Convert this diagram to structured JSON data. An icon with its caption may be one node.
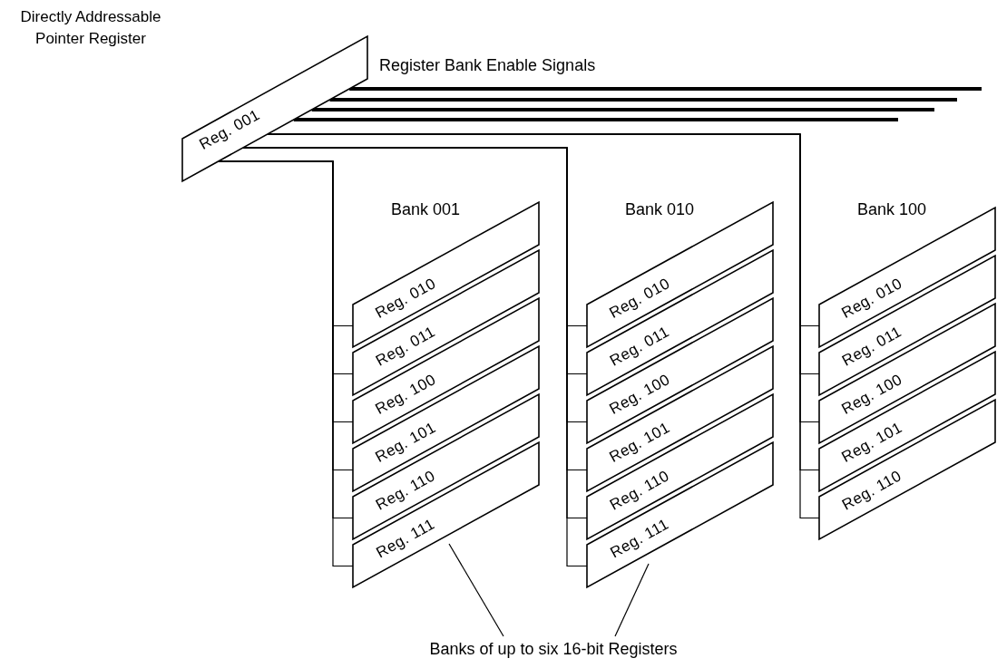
{
  "diagram": {
    "nodes": [
      {
        "text": [
          "Directly Addressable Pointer Register",
          "Reg. 001"
        ]
      },
      {
        "text": [
          "Bank 001"
        ]
      },
      {
        "text": [
          "Reg. 010"
        ],
        "in": 1
      },
      {
        "text": [
          "Reg. 011"
        ],
        "in": 1
      },
      {
        "text": [
          "Reg. 100"
        ],
        "in": 1
      },
      {
        "text": [
          "Reg. 101"
        ],
        "in": 1
      },
      {
        "text": [
          "Reg. 110"
        ],
        "in": 1
      },
      {
        "text": [
          "Reg. 111"
        ],
        "in": 1
      },
      {
        "text": [
          "Bank 010"
        ]
      },
      {
        "text": [
          "Reg. 010"
        ],
        "in": 8
      },
      {
        "text": [
          "Reg. 011"
        ],
        "in": 8
      },
      {
        "text": [
          "Reg. 100"
        ],
        "in": 8
      },
      {
        "text": [
          "Reg. 101"
        ],
        "in": 8
      },
      {
        "text": [
          "Reg. 110"
        ],
        "in": 8
      },
      {
        "text": [
          "Reg. 111"
        ],
        "in": 8
      },
      {
        "text": [
          "Bank 100"
        ]
      },
      {
        "text": [
          "Reg. 010"
        ],
        "in": 15
      },
      {
        "text": [
          "Reg. 011"
        ],
        "in": 15
      },
      {
        "text": [
          "Reg. 100"
        ],
        "in": 15
      },
      {
        "text": [
          "Reg. 101"
        ],
        "in": 15
      },
      {
        "text": [
          "Reg. 110"
        ],
        "in": 15
      },
      {
        "text": [
          "Banks of up to six 16-bit Registers"
        ]
      }
    ],
    "edges": [
      {
        "from": 0,
        "to": null,
        "arrow": "none",
        "style": "thick"
      },
      {
        "from": 0,
        "to": null,
        "arrow": "none",
        "style": "thick"
      },
      {
        "from": 0,
        "to": null,
        "arrow": "none",
        "style": "thick"
      },
      {
        "from": 0,
        "to": null,
        "arrow": "none",
        "style": "thick"
      },
      {
        "from": 0,
        "to": 2,
        "arrow": "none"
      },
      {
        "from": 0,
        "to": 3,
        "arrow": "none"
      },
      {
        "from": 0,
        "to": 4,
        "arrow": "none"
      },
      {
        "from": 0,
        "to": 5,
        "arrow": "none"
      },
      {
        "from": 0,
        "to": 6,
        "arrow": "none"
      },
      {
        "from": 0,
        "to": 7,
        "arrow": "none"
      },
      {
        "from": 0,
        "to": 9,
        "arrow": "none"
      },
      {
        "from": 0,
        "to": 10,
        "arrow": "none"
      },
      {
        "from": 0,
        "to": 11,
        "arrow": "none"
      },
      {
        "from": 0,
        "to": 12,
        "arrow": "none"
      },
      {
        "from": 0,
        "to": 13,
        "arrow": "none"
      },
      {
        "from": 0,
        "to": 14,
        "arrow": "none"
      },
      {
        "from": 0,
        "to": 16,
        "arrow": "none"
      },
      {
        "from": 0,
        "to": 17,
        "arrow": "none"
      },
      {
        "from": 0,
        "to": 18,
        "arrow": "none"
      },
      {
        "from": 0,
        "to": 19,
        "arrow": "none"
      },
      {
        "from": 0,
        "to": 20,
        "arrow": "none"
      },
      {
        "from": 21,
        "to": 1,
        "arrow": "none"
      },
      {
        "from": 21,
        "to": 8,
        "arrow": "none"
      }
    ],
    "labels": [
      "Register Bank Enable Signals"
    ]
  }
}
